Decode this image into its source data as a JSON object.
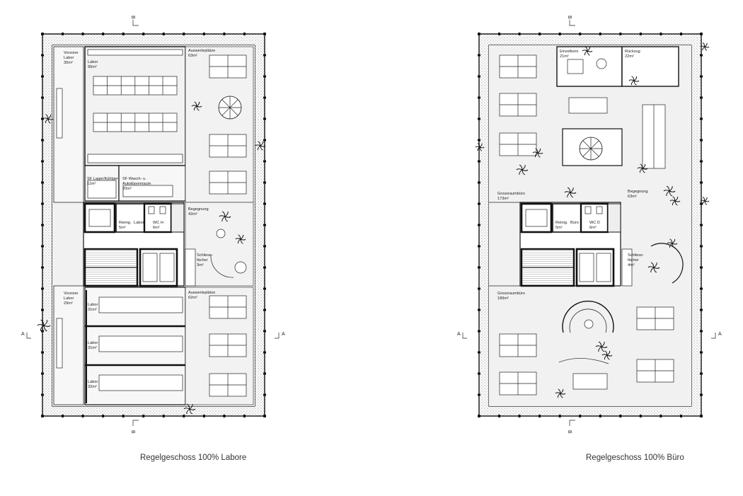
{
  "captions": {
    "left": "Regelgeschoss 100% Labore",
    "right": "Regelgeschoss 100% Büro"
  },
  "section_marks": {
    "a": "A",
    "b": "B"
  },
  "left_plan": {
    "rooms": [
      {
        "id": "vorzone1-name",
        "text": "Vorzone"
      },
      {
        "id": "vorzone1-name2",
        "text": "Labor"
      },
      {
        "id": "vorzone1-area",
        "text": "35m²"
      },
      {
        "id": "labor1-name",
        "text": "Labor"
      },
      {
        "id": "labor1-area",
        "text": "95m²"
      },
      {
        "id": "ausw1-name",
        "text": "Auswerteplätze"
      },
      {
        "id": "ausw1-area",
        "text": "63m²"
      },
      {
        "id": "sf-lager-name",
        "text": "SF Lager/Kühlger"
      },
      {
        "id": "sf-lager-area",
        "text": "11m²"
      },
      {
        "id": "sf-wasch-name",
        "text": "SF Wasch- u."
      },
      {
        "id": "sf-wasch-name2",
        "text": "Autoklavenraum"
      },
      {
        "id": "sf-wasch-area",
        "text": "20m²"
      },
      {
        "id": "begegnung-name",
        "text": "Begegnung"
      },
      {
        "id": "begegnung-area",
        "text": "42m²"
      },
      {
        "id": "reinig-name",
        "text": "Reinig."
      },
      {
        "id": "reinig-area",
        "text": "5m²"
      },
      {
        "id": "laborx-name",
        "text": "Labor"
      },
      {
        "id": "wc-name",
        "text": "WC H"
      },
      {
        "id": "wc-area",
        "text": "6m²"
      },
      {
        "id": "schliess-name",
        "text": "Schliess-"
      },
      {
        "id": "schliess-name2",
        "text": "fächer"
      },
      {
        "id": "schliess-area",
        "text": "3m²"
      },
      {
        "id": "vorzone2-name",
        "text": "Vorzone"
      },
      {
        "id": "vorzone2-name2",
        "text": "Labor"
      },
      {
        "id": "vorzone2-area",
        "text": "29m²"
      },
      {
        "id": "ausw2-name",
        "text": "Auswerteplätze"
      },
      {
        "id": "ausw2-area",
        "text": "62m²"
      },
      {
        "id": "labor2-name",
        "text": "Labor"
      },
      {
        "id": "labor2-area",
        "text": "31m²"
      },
      {
        "id": "labor3-name",
        "text": "Labor"
      },
      {
        "id": "labor3-area",
        "text": "31m²"
      },
      {
        "id": "labor4-name",
        "text": "Labor"
      },
      {
        "id": "labor4-area",
        "text": "32m²"
      }
    ]
  },
  "right_plan": {
    "rooms": [
      {
        "id": "einzel-name",
        "text": "Einzelbüro"
      },
      {
        "id": "einzel-area",
        "text": "21m²"
      },
      {
        "id": "rueckzug-name",
        "text": "Rückzug"
      },
      {
        "id": "rueckzug-area",
        "text": "22m²"
      },
      {
        "id": "gross1-name",
        "text": "Grossraumbüro"
      },
      {
        "id": "gross1-area",
        "text": "173m²"
      },
      {
        "id": "begegnung-name",
        "text": "Begegnung"
      },
      {
        "id": "begegnung-area",
        "text": "63m²"
      },
      {
        "id": "reinig-name",
        "text": "Reinig."
      },
      {
        "id": "reinig-area",
        "text": "5m²"
      },
      {
        "id": "buero-name",
        "text": "Büro"
      },
      {
        "id": "wc-name",
        "text": "WC D"
      },
      {
        "id": "wc-area",
        "text": "6m²"
      },
      {
        "id": "schliess-name",
        "text": "Schliess-"
      },
      {
        "id": "schliess-name2",
        "text": "fächer"
      },
      {
        "id": "schliess-area",
        "text": "4m²"
      },
      {
        "id": "gross2-name",
        "text": "Grossraumbüro"
      },
      {
        "id": "gross2-area",
        "text": "189m²"
      }
    ]
  }
}
